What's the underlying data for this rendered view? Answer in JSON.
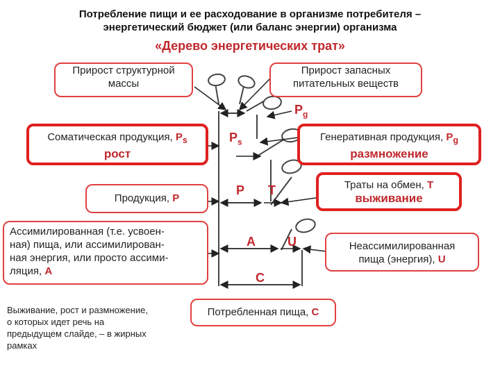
{
  "title": {
    "line1": "Потребление пищи и ее расходование в организме потребителя –",
    "line2": "энергетический бюджет (или баланс энергии) организма"
  },
  "subtitle": "«Дерево энергетических трат»",
  "boxes": {
    "structural_growth": {
      "line1": "Прирост структурной",
      "line2": "массы"
    },
    "reserve_growth": {
      "line1": "Прирост запасных",
      "line2": "питательных веществ"
    },
    "somatic": {
      "text": "Соматическая продукция, ",
      "symbol": "P",
      "sub": "s",
      "keyword": "рост"
    },
    "generative": {
      "text": "Генеративная продукция, ",
      "symbol": "P",
      "sub": "g",
      "keyword": "размножение"
    },
    "production": {
      "text": "Продукция, ",
      "symbol": "P"
    },
    "metabolism": {
      "text": "Траты на обмен, ",
      "symbol": "T",
      "keyword": "выживание"
    },
    "assimilated": {
      "line1": "Ассимилированная (т.е. усвоен-",
      "line2": "ная) пища, или ассимилирован-",
      "line3": "ная энергия, или просто ассими-",
      "line4": "ляция, ",
      "symbol": "A"
    },
    "unassimilated": {
      "line1": "Неассимилированная",
      "line2": "пища (энергия), ",
      "symbol": "U"
    },
    "consumed": {
      "text": "Потребленная пища, ",
      "symbol": "C"
    }
  },
  "note": {
    "line1": "Выживание, рост и размножение,",
    "line2": "о которых идет речь на",
    "line3": "предыдущем слайде, – в жирных",
    "line4": "рамках"
  },
  "tree_labels": {
    "pg": "P",
    "pg_sub": "g",
    "ps": "P",
    "ps_sub": "s",
    "p": "P",
    "t": "T",
    "a": "A",
    "u": "U",
    "c": "C"
  },
  "colors": {
    "accent": "#c0282d",
    "border": "#e02020",
    "tree": "#444444"
  }
}
